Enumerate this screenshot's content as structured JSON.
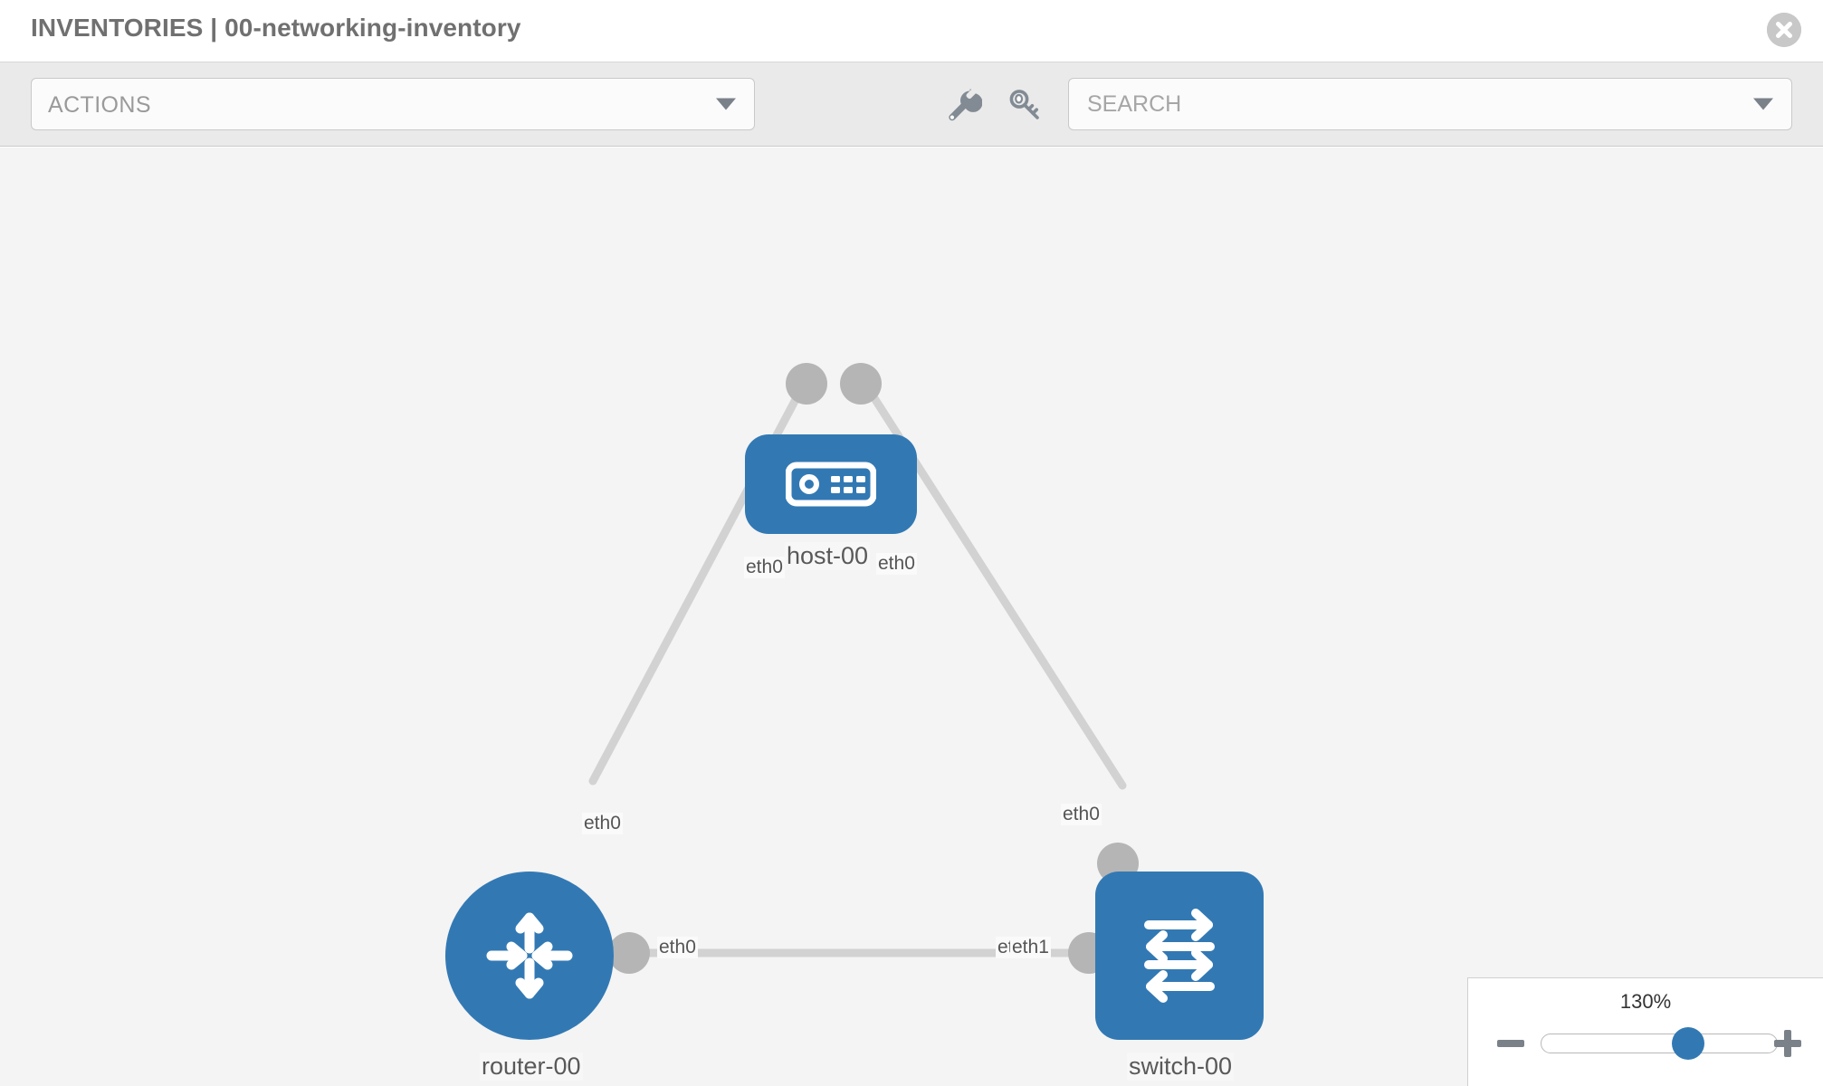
{
  "header": {
    "title": "INVENTORIES | 00-networking-inventory",
    "close_icon": "close-circle-icon"
  },
  "toolbar": {
    "actions_label": "ACTIONS",
    "actions_caret_icon": "chevron-down-icon",
    "wrench_icon": "wrench-icon",
    "key_icon": "key-icon",
    "search_placeholder": "SEARCH",
    "search_value": "",
    "search_caret_icon": "chevron-down-icon"
  },
  "topology": {
    "accent_color": "#3279b4",
    "edge_color": "#d2d2d2",
    "endpoint_color": "#b5b5b5",
    "nodes": [
      {
        "id": "host-00",
        "label": "host-00",
        "icon": "server-icon",
        "shape": "rounded-rect"
      },
      {
        "id": "router-00",
        "label": "router-00",
        "icon": "router-arrows-icon",
        "shape": "circle"
      },
      {
        "id": "switch-00",
        "label": "switch-00",
        "icon": "switch-arrows-icon",
        "shape": "rounded-rect"
      }
    ],
    "port_labels": [
      {
        "id": "host-left",
        "text": "eth0"
      },
      {
        "id": "host-right",
        "text": "eth0"
      },
      {
        "id": "router-upper",
        "text": "eth0"
      },
      {
        "id": "switch-upper",
        "text": "eth0"
      },
      {
        "id": "router-right",
        "text": "eth0"
      },
      {
        "id": "switch-left-back",
        "text": "eth0"
      },
      {
        "id": "switch-left-front",
        "text": "eth1"
      }
    ]
  },
  "zoom": {
    "percent": "130%",
    "minus_icon": "minus-icon",
    "plus_icon": "plus-icon",
    "thumb_position_pct": 62
  }
}
